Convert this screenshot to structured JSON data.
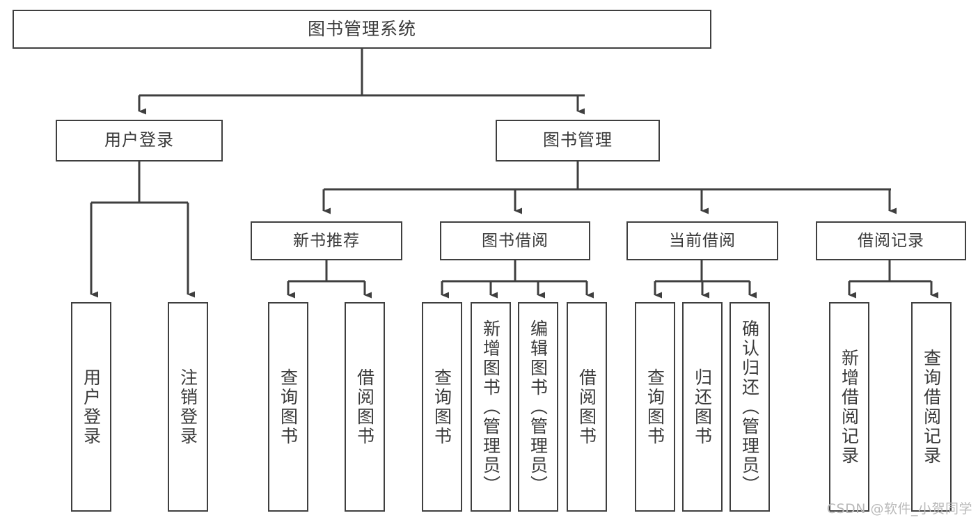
{
  "diagram": {
    "title": "图书管理系统",
    "type": "tree",
    "background_color": "#ffffff",
    "stroke_color": "#3f3f3f",
    "text_color": "#3a3a3a",
    "watermark": "CSDN @软件_小贺同学"
  },
  "nodes": {
    "root": {
      "label": "图书管理系统"
    },
    "level2": [
      {
        "id": "user-login",
        "label": "用户登录"
      },
      {
        "id": "book-management",
        "label": "图书管理"
      }
    ],
    "level3": [
      {
        "id": "new-book-recommend",
        "label": "新书推荐"
      },
      {
        "id": "book-borrow",
        "label": "图书借阅"
      },
      {
        "id": "current-borrow",
        "label": "当前借阅"
      },
      {
        "id": "borrow-record",
        "label": "借阅记录"
      }
    ],
    "leaves": [
      {
        "id": "leaf-user-login",
        "label": "用户登录",
        "parent": "user-login"
      },
      {
        "id": "leaf-logout-login",
        "label": "注销登录",
        "parent": "user-login"
      },
      {
        "id": "leaf-query-book-1",
        "label": "查询图书",
        "parent": "new-book-recommend"
      },
      {
        "id": "leaf-borrow-book-1",
        "label": "借阅图书",
        "parent": "new-book-recommend"
      },
      {
        "id": "leaf-query-book-2",
        "label": "查询图书",
        "parent": "book-borrow"
      },
      {
        "id": "leaf-add-book",
        "label": "新增图书（管理员）",
        "parent": "book-borrow"
      },
      {
        "id": "leaf-edit-book",
        "label": "编辑图书（管理员）",
        "parent": "book-borrow"
      },
      {
        "id": "leaf-borrow-book-2",
        "label": "借阅图书",
        "parent": "book-borrow"
      },
      {
        "id": "leaf-query-book-3",
        "label": "查询图书",
        "parent": "current-borrow"
      },
      {
        "id": "leaf-return-book",
        "label": "归还图书",
        "parent": "current-borrow"
      },
      {
        "id": "leaf-confirm-return",
        "label": "确认归还（管理员）",
        "parent": "current-borrow"
      },
      {
        "id": "leaf-add-record",
        "label": "新增借阅记录",
        "parent": "borrow-record"
      },
      {
        "id": "leaf-query-record",
        "label": "查询借阅记录",
        "parent": "borrow-record"
      }
    ]
  }
}
